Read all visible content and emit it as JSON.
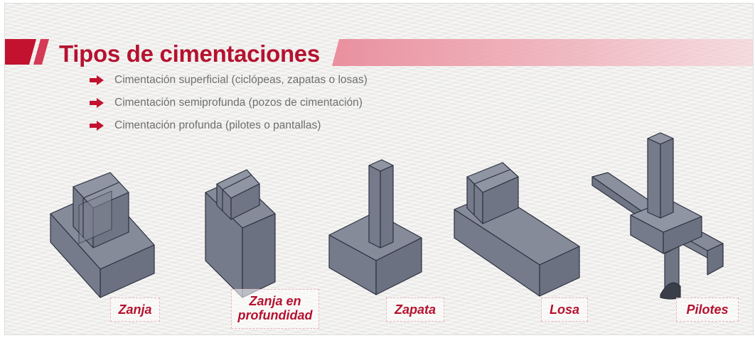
{
  "slide": {
    "title": "Tipos de cimentaciones",
    "accent_color": "#c2122f",
    "shape_color": "#7b818f",
    "bullet_icon": "arrow-right-icon",
    "bullets": [
      "Cimentación superficial (ciclópeas, zapatas o losas)",
      "Cimentación semiprofunda (pozos de cimentación)",
      "Cimentación profunda (pilotes o pantallas)"
    ]
  },
  "types": [
    {
      "id": "zanja",
      "label_lines": [
        "Zanja"
      ]
    },
    {
      "id": "zanja-profundidad",
      "label_lines": [
        "Zanja en",
        "profundidad"
      ]
    },
    {
      "id": "zapata",
      "label_lines": [
        "Zapata"
      ]
    },
    {
      "id": "losa",
      "label_lines": [
        "Losa"
      ]
    },
    {
      "id": "pilotes",
      "label_lines": [
        "Pilotes"
      ]
    }
  ]
}
